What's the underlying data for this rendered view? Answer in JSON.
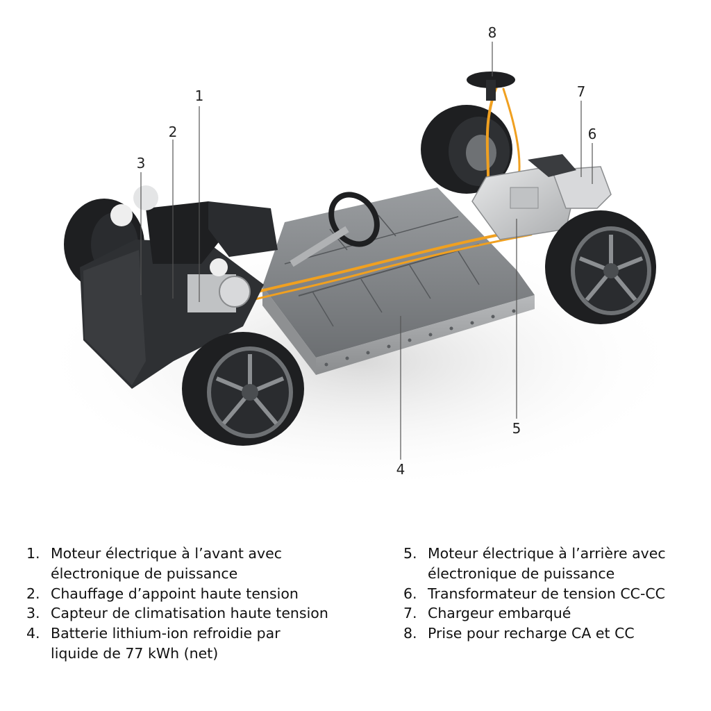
{
  "callouts": [
    {
      "label": "1"
    },
    {
      "label": "2"
    },
    {
      "label": "3"
    },
    {
      "label": "4"
    },
    {
      "label": "5"
    },
    {
      "label": "6"
    },
    {
      "label": "7"
    },
    {
      "label": "8"
    }
  ],
  "legend": {
    "left": [
      {
        "num": "1.",
        "text": "Moteur électrique à l’avant avec électronique de puissance"
      },
      {
        "num": "2.",
        "text": "Chauffage d’appoint haute tension"
      },
      {
        "num": "3.",
        "text": "Capteur de climatisation haute tension"
      },
      {
        "num": "4.",
        "text": "Batterie lithium-ion refroidie par liquide de 77 kWh (net)"
      }
    ],
    "right": [
      {
        "num": "5.",
        "text": "Moteur électrique à l’arrière avec électronique de puissance"
      },
      {
        "num": "6.",
        "text": "Transformateur de tension CC-CC"
      },
      {
        "num": "7.",
        "text": "Chargeur embarqué"
      },
      {
        "num": "8.",
        "text": "Prise pour recharge CA et CC"
      }
    ]
  },
  "colors": {
    "high_voltage_cable": "#f0a020",
    "battery": "#7a7d80",
    "tire": "#1e1f21"
  }
}
